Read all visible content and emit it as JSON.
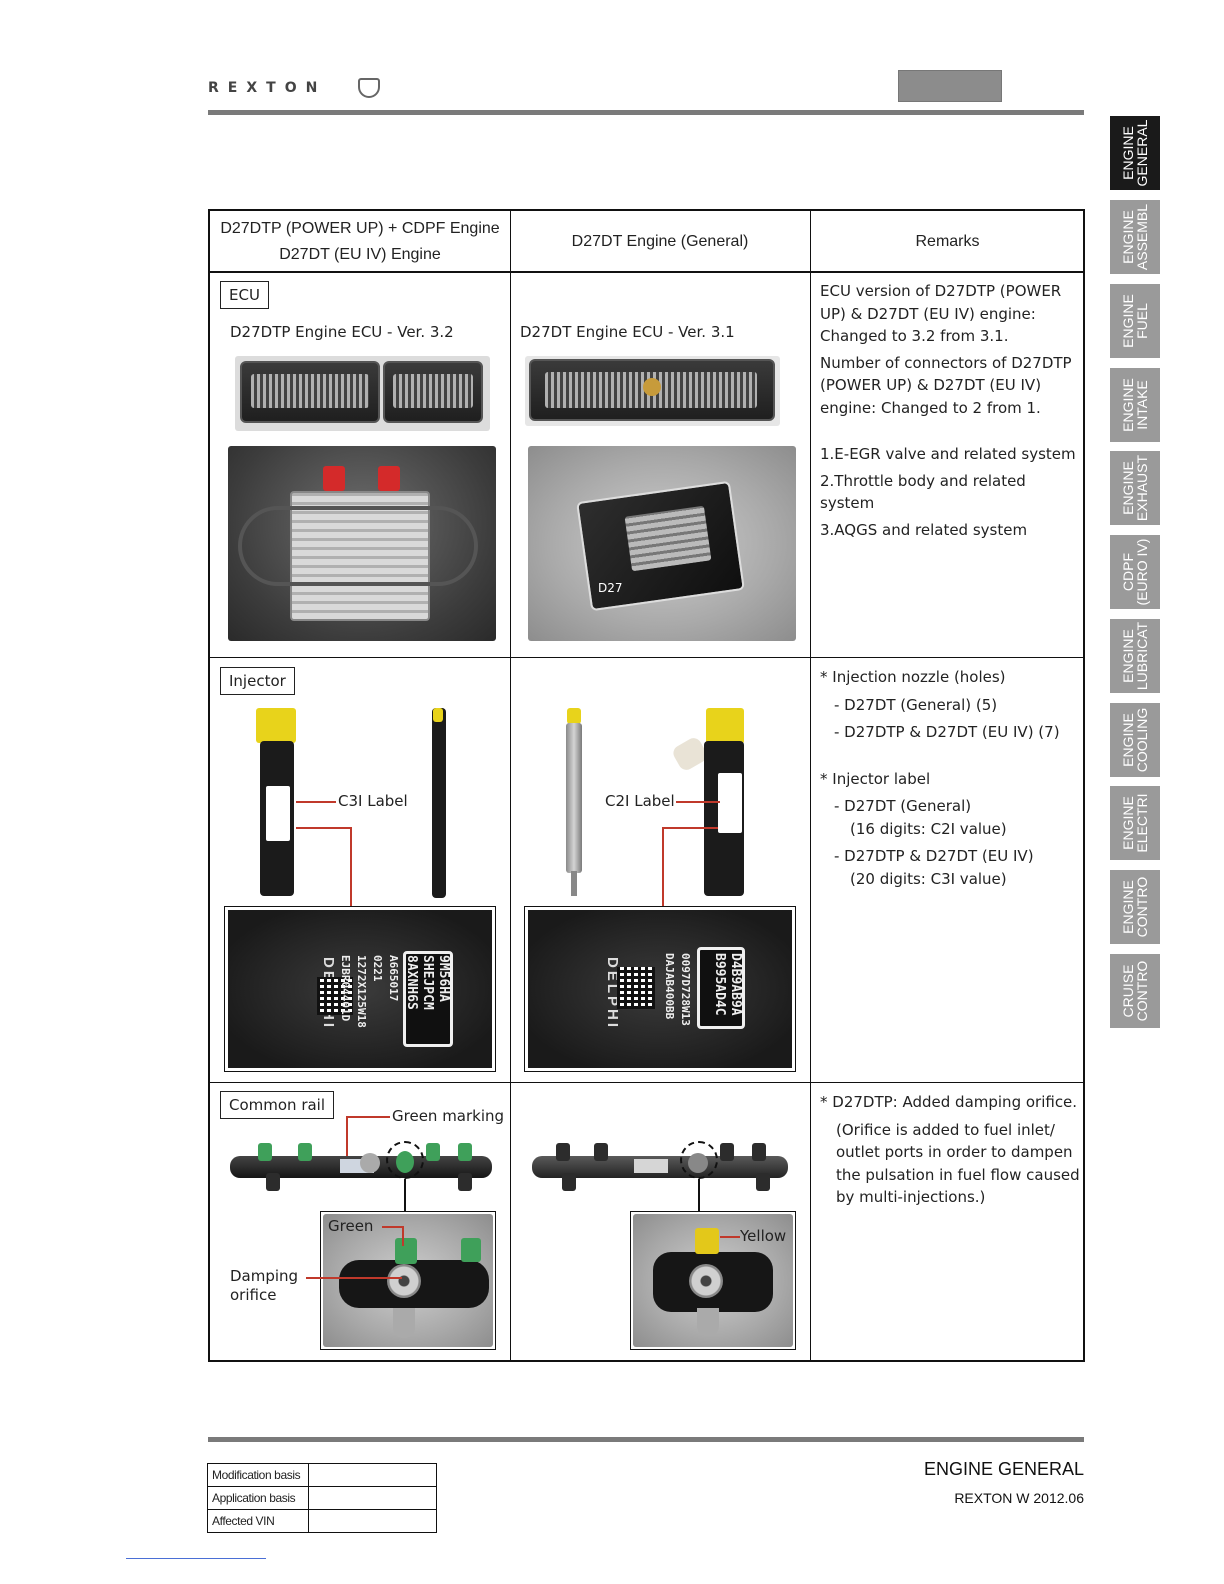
{
  "header": {
    "brand": "REXTON"
  },
  "side_tabs": [
    {
      "label": "ENGINE\nGENERAL",
      "active": true
    },
    {
      "label": "ENGINE\nASSEMBL",
      "active": false
    },
    {
      "label": "ENGINE\nFUEL",
      "active": false
    },
    {
      "label": "ENGINE\nINTAKE",
      "active": false
    },
    {
      "label": "ENGINE\nEXHAUST",
      "active": false
    },
    {
      "label": "CDPF\n(EURO IV)",
      "active": false
    },
    {
      "label": "ENGINE\nLUBRICAT",
      "active": false
    },
    {
      "label": "ENGINE\nCOOLING",
      "active": false
    },
    {
      "label": "ENGINE\nELECTRI",
      "active": false
    },
    {
      "label": "ENGINE\nCONTRO",
      "active": false
    },
    {
      "label": "CRUISE\nCONTRO",
      "active": false
    }
  ],
  "table": {
    "headers": {
      "col1_line1": "D27DTP (POWER UP) + CDPF Engine",
      "col1_line2": "D27DT (EU IV) Engine",
      "col2": "D27DT Engine (General)",
      "col3": "Remarks"
    },
    "ecu": {
      "label": "ECU",
      "new_caption": "D27DTP Engine ECU - Ver. 3.2",
      "old_caption": "D27DT Engine ECU - Ver. 3.1",
      "old_box_text": "D27",
      "remarks": [
        "ECU version of D27DTP (POWER UP) & D27DT (EU IV) engine: Changed to 3.2 from 3.1.",
        "Number of connectors of D27DTP (POWER UP) & D27DT (EU IV) engine: Changed to 2 from 1.",
        "1.E-EGR valve and related system",
        "2.Throttle body and related system",
        "3.AQGS and related system"
      ]
    },
    "injector": {
      "label": "Injector",
      "new_caption": "C3I Label",
      "old_caption": "C2I Label",
      "new_label_lines": [
        "9M56HA",
        "SHEJPCM",
        "8AXNH6S",
        "A665017",
        "0221",
        "1272X125W18",
        "EJBR04401D"
      ],
      "new_brand": "DELPHI",
      "old_label_lines": [
        "D4B9AB9A",
        "B995AD4C",
        "0097D728W13",
        "DAJAB400BB"
      ],
      "old_brand": "DELPHI",
      "remarks": {
        "nozzle_title": "* Injection nozzle (holes)",
        "nozzle_item1": "- D27DT (General) (5)",
        "nozzle_item2": "- D27DTP & D27DT (EU IV) (7)",
        "label_title": "* Injector label",
        "label_item1": "- D27DT (General)",
        "label_item1_sub": "(16 digits: C2I value)",
        "label_item2": "- D27DTP & D27DT (EU IV)",
        "label_item2_sub": "(20 digits: C3I value)"
      }
    },
    "common_rail": {
      "label": "Common rail",
      "green_marking": "Green marking",
      "green": "Green",
      "damping_line1": "Damping",
      "damping_line2": "orifice",
      "yellow": "Yellow",
      "remark_title": "* D27DTP: Added damping orifice.",
      "remark_body": "(Orifice is added to fuel inlet/ outlet ports in order to dampen the pulsation in fuel flow caused by multi-injections.)"
    }
  },
  "footer": {
    "rows": [
      {
        "label": "Modification basis",
        "value": ""
      },
      {
        "label": "Application basis",
        "value": ""
      },
      {
        "label": "Affected VIN",
        "value": ""
      }
    ],
    "title": "ENGINE GENERAL",
    "subtitle": "REXTON W 2012.06"
  },
  "colors": {
    "rule_gray": "#7a7a7a",
    "tab_gray": "#9a9a9a",
    "tab_active": "#1a1a1a",
    "callout_red": "#c0392b",
    "marking_green": "#3fa05a",
    "marking_yellow": "#e3c81a"
  }
}
